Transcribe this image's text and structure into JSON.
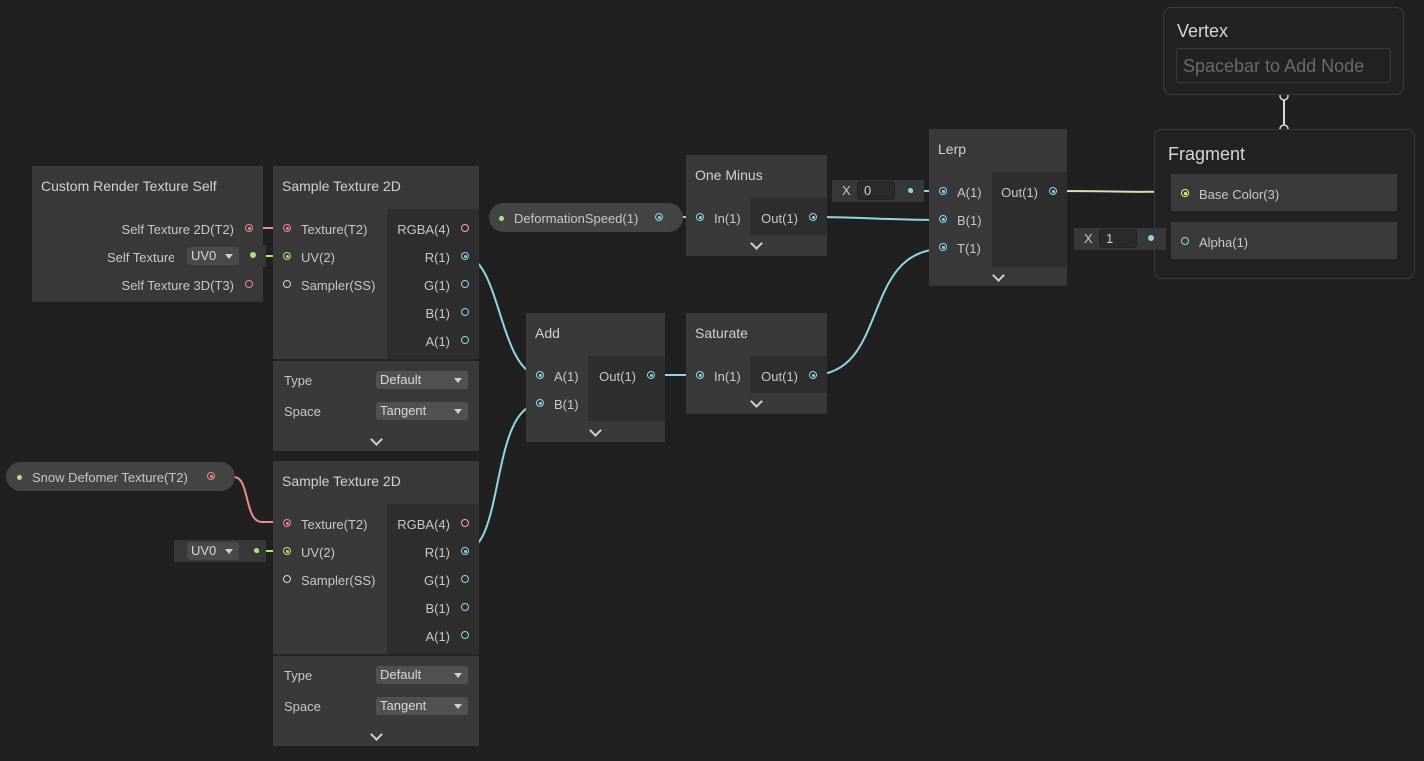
{
  "vertex": {
    "title": "Vertex",
    "placeholder": "Spacebar to Add Node"
  },
  "fragment": {
    "title": "Fragment",
    "ports": {
      "base_color": "Base Color(3)",
      "alpha": "Alpha(1)"
    },
    "alpha_value": {
      "axis": "X",
      "value": "1"
    }
  },
  "custom_render_texture": {
    "title": "Custom Render Texture Self",
    "outputs": {
      "t2": "Self Texture 2D(T2)",
      "cube": "Self Texture",
      "t3": "Self Texture 3D(T3)"
    }
  },
  "sample_texture_1": {
    "title": "Sample Texture 2D",
    "inputs": {
      "texture": "Texture(T2)",
      "uv": "UV(2)",
      "sampler": "Sampler(SS)"
    },
    "outputs": {
      "rgba": "RGBA(4)",
      "r": "R(1)",
      "g": "G(1)",
      "b": "B(1)",
      "a": "A(1)"
    },
    "type_label": "Type",
    "type_value": "Default",
    "space_label": "Space",
    "space_value": "Tangent",
    "uv_channel": "UV0"
  },
  "sample_texture_2": {
    "title": "Sample Texture 2D",
    "inputs": {
      "texture": "Texture(T2)",
      "uv": "UV(2)",
      "sampler": "Sampler(SS)"
    },
    "outputs": {
      "rgba": "RGBA(4)",
      "r": "R(1)",
      "g": "G(1)",
      "b": "B(1)",
      "a": "A(1)"
    },
    "type_label": "Type",
    "type_value": "Default",
    "space_label": "Space",
    "space_value": "Tangent",
    "uv_channel": "UV0"
  },
  "snow_texture_property": {
    "label": "Snow Defomer Texture(T2)"
  },
  "deformation_speed_property": {
    "label": "DeformationSpeed(1)"
  },
  "one_minus": {
    "title": "One Minus",
    "input": "In(1)",
    "output": "Out(1)"
  },
  "saturate": {
    "title": "Saturate",
    "input": "In(1)",
    "output": "Out(1)"
  },
  "add": {
    "title": "Add",
    "input_a": "A(1)",
    "input_b": "B(1)",
    "output": "Out(1)"
  },
  "lerp": {
    "title": "Lerp",
    "input_a": "A(1)",
    "input_b": "B(1)",
    "input_t": "T(1)",
    "output": "Out(1)",
    "a_value": {
      "axis": "X",
      "value": "0"
    }
  },
  "colors": {
    "background": "#202020",
    "float_wire": "#8fd7e3",
    "texture_wire": "#f28b8b",
    "uv_wire": "#a9e67f",
    "color_wire": "#f4f488"
  }
}
